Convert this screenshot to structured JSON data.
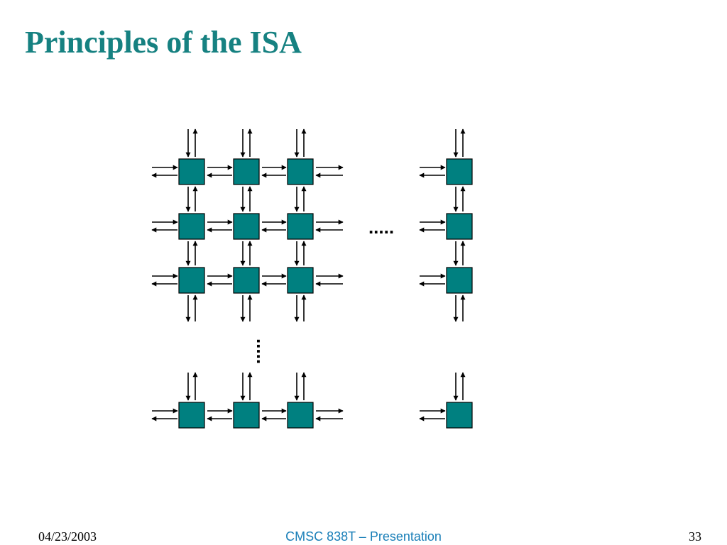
{
  "slide": {
    "title": "Principles of the ISA"
  },
  "diagram": {
    "rows": [
      "row-1",
      "row-2",
      "row-3",
      "row-last"
    ],
    "columns": [
      "col-1",
      "col-2",
      "col-3",
      "col-last"
    ],
    "horizontal_ellipsis": ".....",
    "vertical_ellipsis": ".....",
    "node_color": "#008080"
  },
  "footer": {
    "date": "04/23/2003",
    "center": "CMSC 838T – Presentation",
    "page": "33"
  }
}
